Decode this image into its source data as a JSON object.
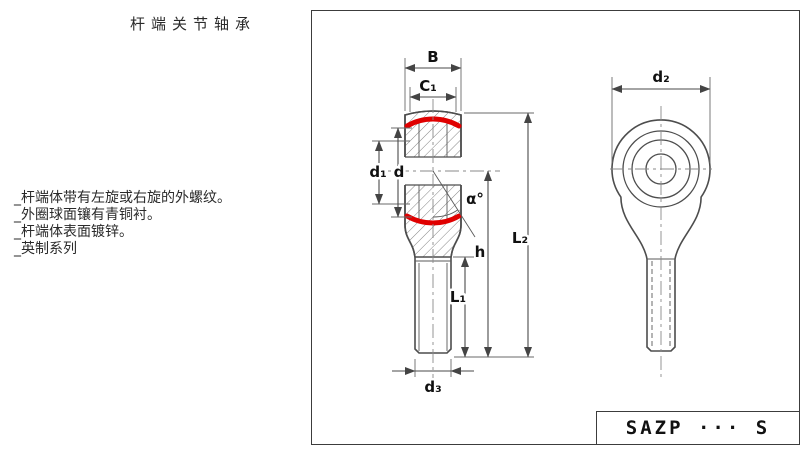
{
  "page": {
    "title": "杆端关节轴承"
  },
  "notes": {
    "lines": [
      "_杆端体带有左旋或右旋的外螺纹。",
      "_外圈球面镶有青铜衬。",
      "_杆端体表面镀锌。",
      "_英制系列"
    ]
  },
  "drawing": {
    "labels": {
      "B": "B",
      "C1": "C₁",
      "d1": "d₁",
      "d": "d",
      "alpha": "α°",
      "h": "h",
      "L2": "L₂",
      "L1": "L₁",
      "d3": "d₃",
      "d2": "d₂"
    },
    "title_block": {
      "designation": "SAZP ··· S"
    },
    "colors": {
      "liner": "#e00000",
      "line": "#4d4d4d"
    }
  }
}
